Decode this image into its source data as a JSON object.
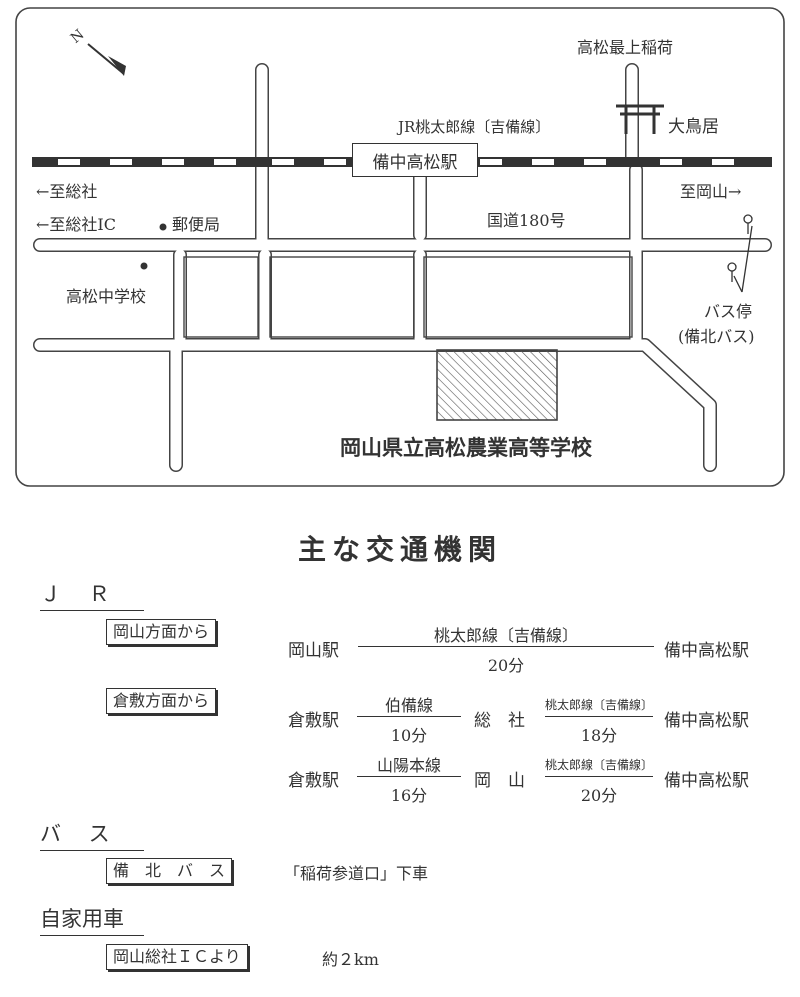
{
  "map": {
    "shrine_top": "高松最上稲荷",
    "torii": "大鳥居",
    "rail_line": "JR桃太郎線〔吉備線〕",
    "station": "備中高松駅",
    "to_soja": "←至総社",
    "to_okayama": "至岡山→",
    "to_soja_ic": "←至総社IC",
    "post_office": "郵便局",
    "route180": "国道180号",
    "junior_high": "高松中学校",
    "bus_stop": "バス停",
    "bus_stop_company": "(備北バス)",
    "school": "岡山県立高松農業高等学校",
    "north_mark": "N"
  },
  "transport": {
    "title": "主な交通機関",
    "jr": {
      "heading": "Ｊ　 Ｒ",
      "from_okayama_label": "岡山方面から",
      "route1": {
        "from": "岡山駅",
        "line": "桃太郎線〔吉備線〕",
        "time": "20分",
        "to": "備中高松駅"
      },
      "from_kurashiki_label": "倉敷方面から",
      "route2": {
        "from": "倉敷駅",
        "line1": "伯備線",
        "time1": "10分",
        "via": "総　社",
        "line2": "桃太郎線〔吉備線〕",
        "time2": "18分",
        "to": "備中高松駅"
      },
      "route3": {
        "from": "倉敷駅",
        "line1": "山陽本線",
        "time1": "16分",
        "via": "岡　山",
        "line2": "桃太郎線〔吉備線〕",
        "time2": "20分",
        "to": "備中高松駅"
      }
    },
    "bus": {
      "heading": "バ　 ス",
      "company_label": "備　北　バ　ス",
      "detail": "「稲荷参道口」下車"
    },
    "car": {
      "heading": "自家用車",
      "from_label": "岡山総社ＩＣより",
      "distance": "約２km"
    }
  }
}
